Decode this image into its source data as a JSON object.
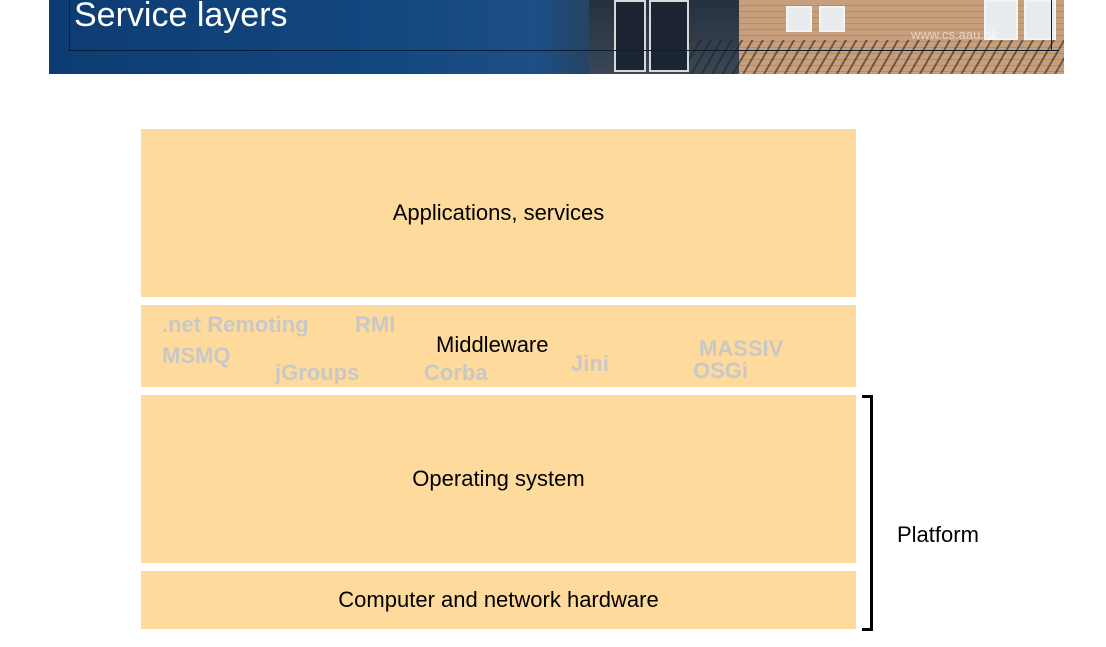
{
  "slide": {
    "title": "Service layers",
    "watermark": "www.cs.aau.dk"
  },
  "layers": {
    "applications": "Applications, services",
    "middleware": "Middleware",
    "operating_system": "Operating system",
    "hardware": "Computer and network hardware"
  },
  "middleware_technologies": {
    "net_remoting": ".net Remoting",
    "rmi": "RMI",
    "msmq": "MSMQ",
    "jgroups": "jGroups",
    "corba": "Corba",
    "jini": "Jini",
    "massiv": "MASSIV",
    "osgi": "OSGi"
  },
  "platform_label": "Platform",
  "colors": {
    "layer_fill": "#fedb9c",
    "tech_text": "#c8c8c8",
    "banner_blue": "#12467f"
  }
}
